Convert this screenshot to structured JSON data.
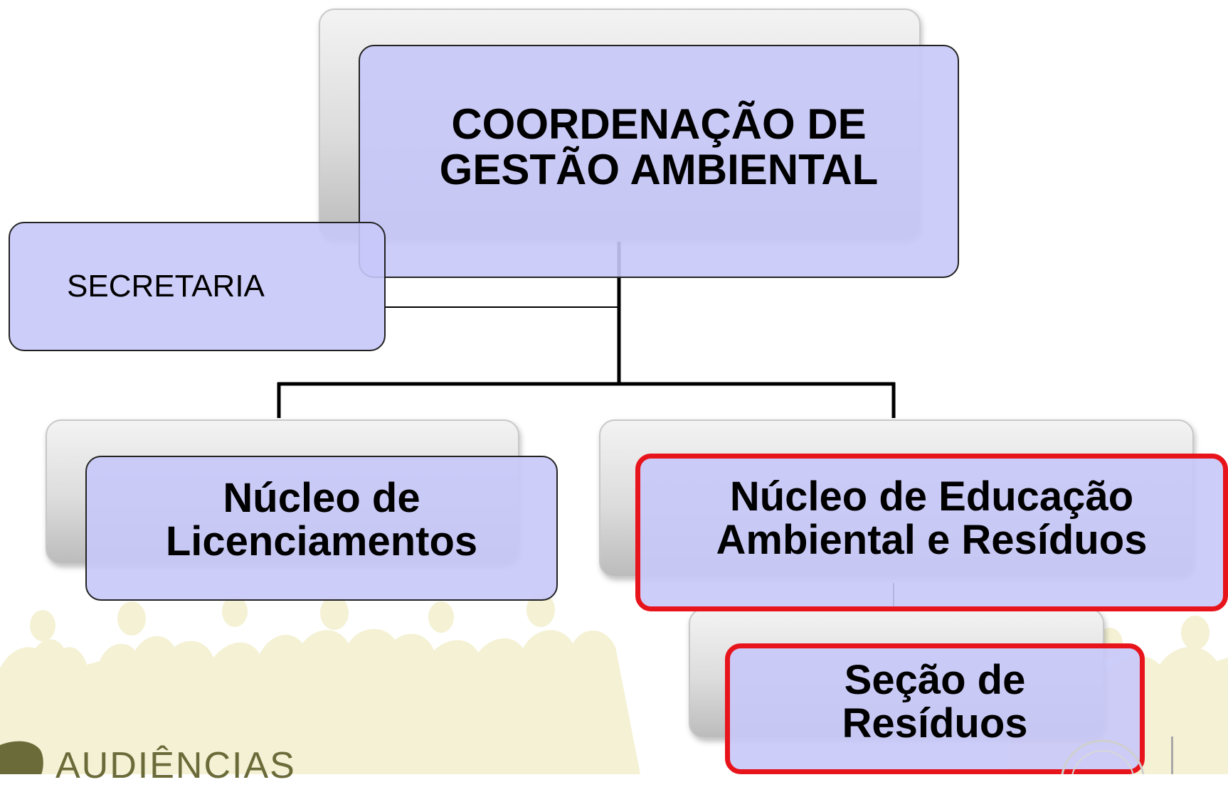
{
  "diagram": {
    "nodes": {
      "coordenacao": {
        "line1": "COORDENAÇÃO DE",
        "line2": "GESTÃO AMBIENTAL"
      },
      "secretaria": {
        "label": "SECRETARIA"
      },
      "licenciamentos": {
        "line1": "Núcleo de",
        "line2": "Licenciamentos"
      },
      "educacao": {
        "line1": "Núcleo de Educação",
        "line2": "Ambiental e Resíduos"
      },
      "residuos": {
        "line1": "Seção de",
        "line2": "Resíduos"
      }
    },
    "highlight_color": "#e8141c",
    "node_fill": "#c8c8fa"
  },
  "footer": {
    "logo_text": "AUDIÊNCIAS",
    "logo_color": "#6b6b3a",
    "background_motif": "crowd-silhouette",
    "background_color": "#f3f0d2"
  }
}
